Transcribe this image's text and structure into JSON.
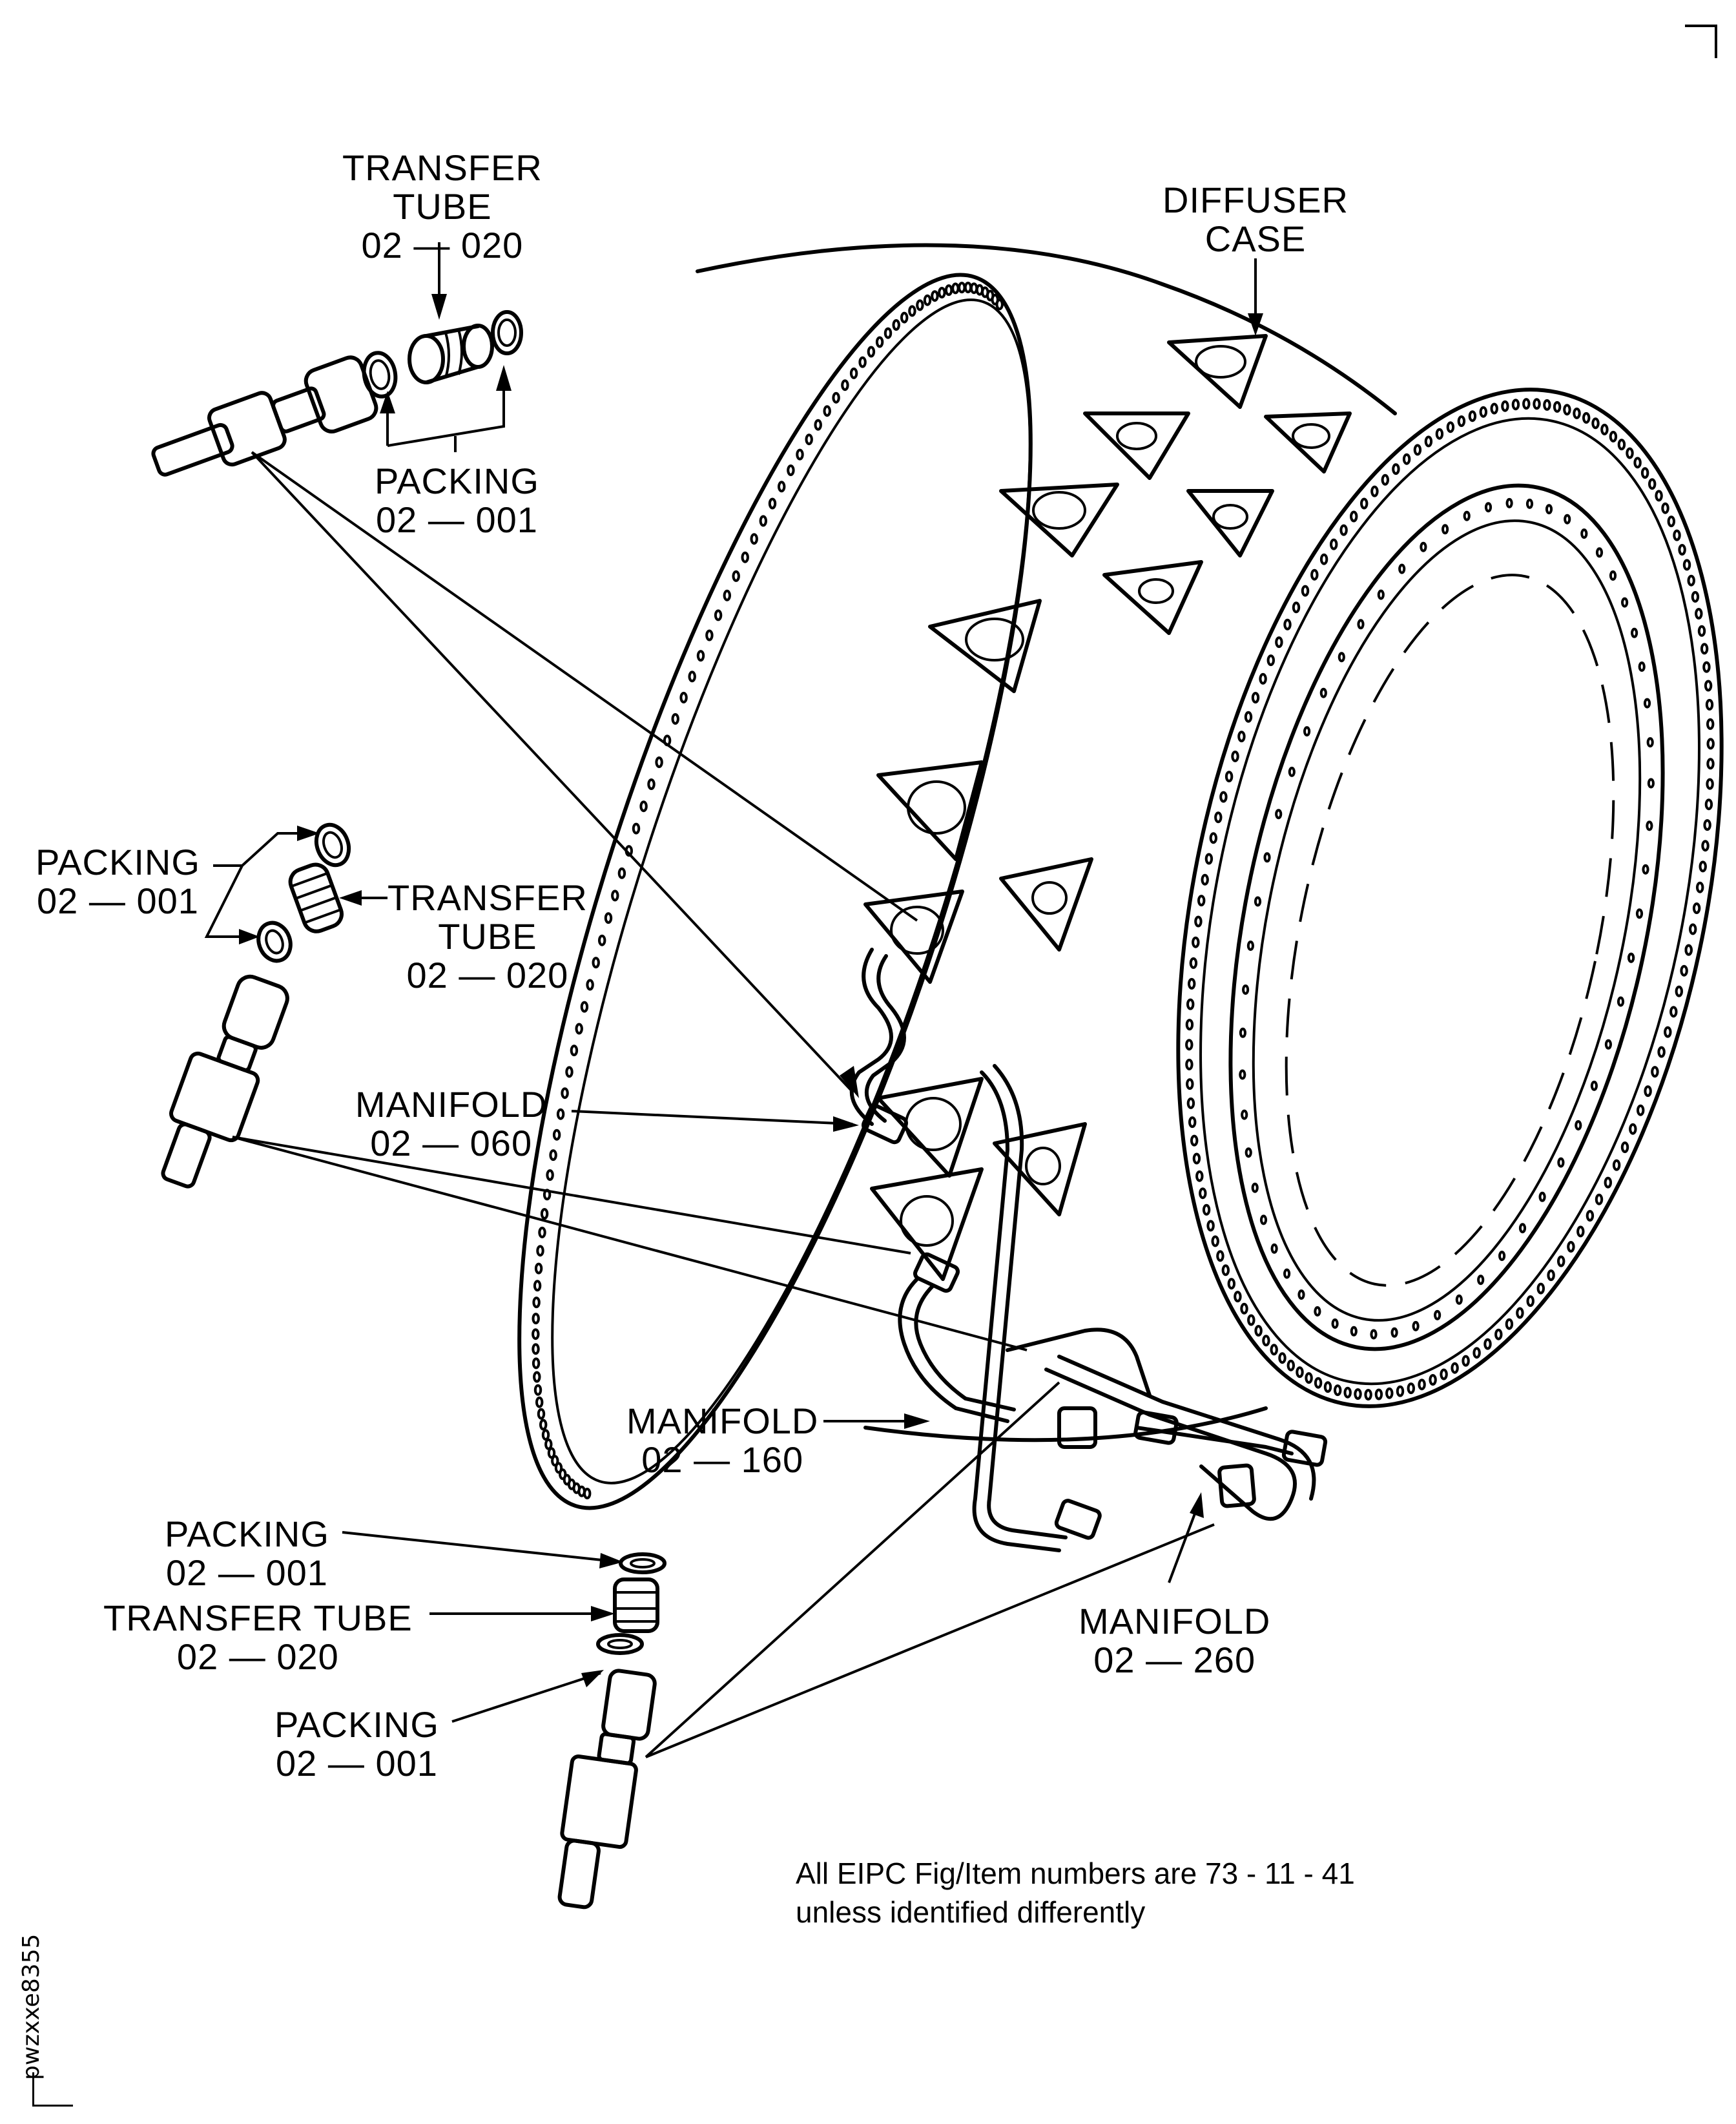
{
  "figure": {
    "subject": "Diffuser case fuel manifold and transfer tube installation",
    "corner_mark": "crop-mark-top-right"
  },
  "labels": {
    "transfer_tube_top": {
      "line1": "TRANSFER",
      "line2": "TUBE",
      "part": "02 — 020"
    },
    "packing_top": {
      "line1": "PACKING",
      "part": "02 — 001"
    },
    "diffuser_case": {
      "line1": "DIFFUSER",
      "line2": "CASE"
    },
    "packing_left": {
      "line1": "PACKING",
      "part": "02 — 001"
    },
    "transfer_tube_left": {
      "line1": "TRANSFER",
      "line2": "TUBE",
      "part": "02 — 020"
    },
    "manifold_060": {
      "line1": "MANIFOLD",
      "part": "02 — 060"
    },
    "manifold_160": {
      "line1": "MANIFOLD",
      "part": "02 — 160"
    },
    "manifold_260": {
      "line1": "MANIFOLD",
      "part": "02 — 260"
    },
    "packing_bottom_1": {
      "line1": "PACKING",
      "part": "02 — 001"
    },
    "transfer_tube_bottom": {
      "line1": "TRANSFER TUBE",
      "part": "02 — 020"
    },
    "packing_bottom_2": {
      "line1": "PACKING",
      "part": "02 — 001"
    }
  },
  "note": {
    "line1": "All EIPC Fig/Item numbers are 73 - 11 - 41",
    "line2": "unless identified differently"
  },
  "figure_id": "pwzxxe8355"
}
